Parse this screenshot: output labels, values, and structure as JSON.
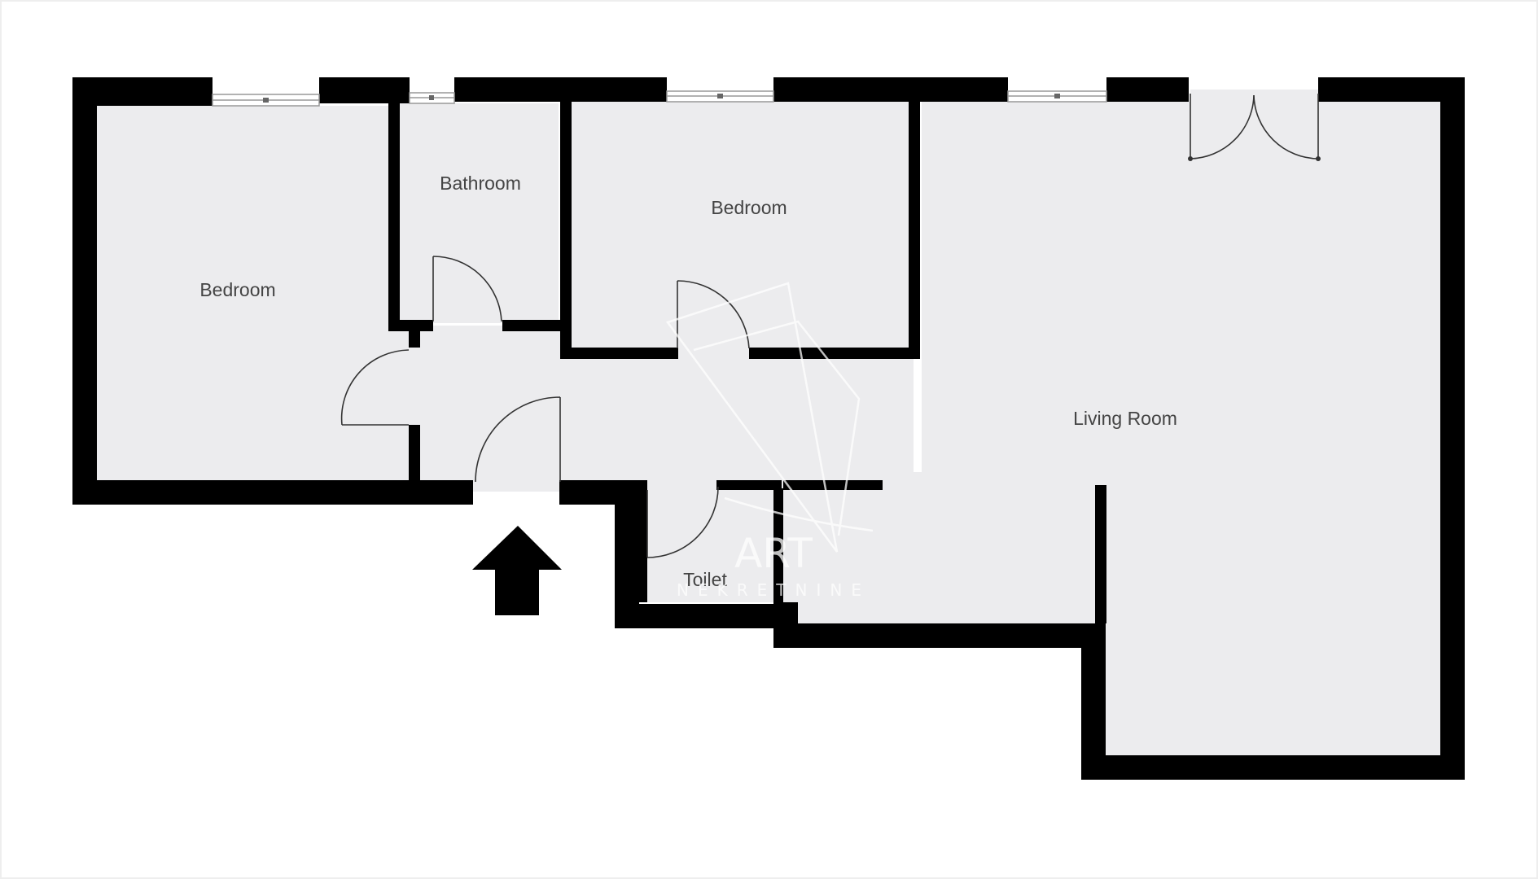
{
  "rooms": {
    "bedroom_left": "Bedroom",
    "bathroom": "Bathroom",
    "bedroom_center": "Bedroom",
    "living_room": "Living Room",
    "toilet": "Toilet"
  },
  "watermark": {
    "brand": "ART",
    "subtitle": "NEKRETNINE"
  },
  "entrance_marker": "arrow-up-icon",
  "colors": {
    "floor": "#ececee",
    "wall": "#000000",
    "background": "#ffffff",
    "label": "#444444"
  }
}
